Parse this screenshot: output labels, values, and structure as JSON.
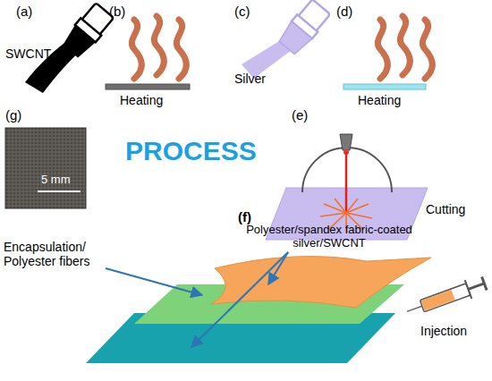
{
  "diagram": {
    "labels": [
      "(a)",
      "(b)",
      "(c)",
      "(d)",
      "SWCNT",
      "Heating",
      "Silver",
      "Heating",
      "(g)",
      "PROCESS",
      "(e)",
      "5 mm",
      "Cutting",
      "(f)",
      "Polyester/spandex fabric-coated silver/SWCNT",
      "Encapsulation/ Polyester fibers",
      "Injection"
    ]
  }
}
